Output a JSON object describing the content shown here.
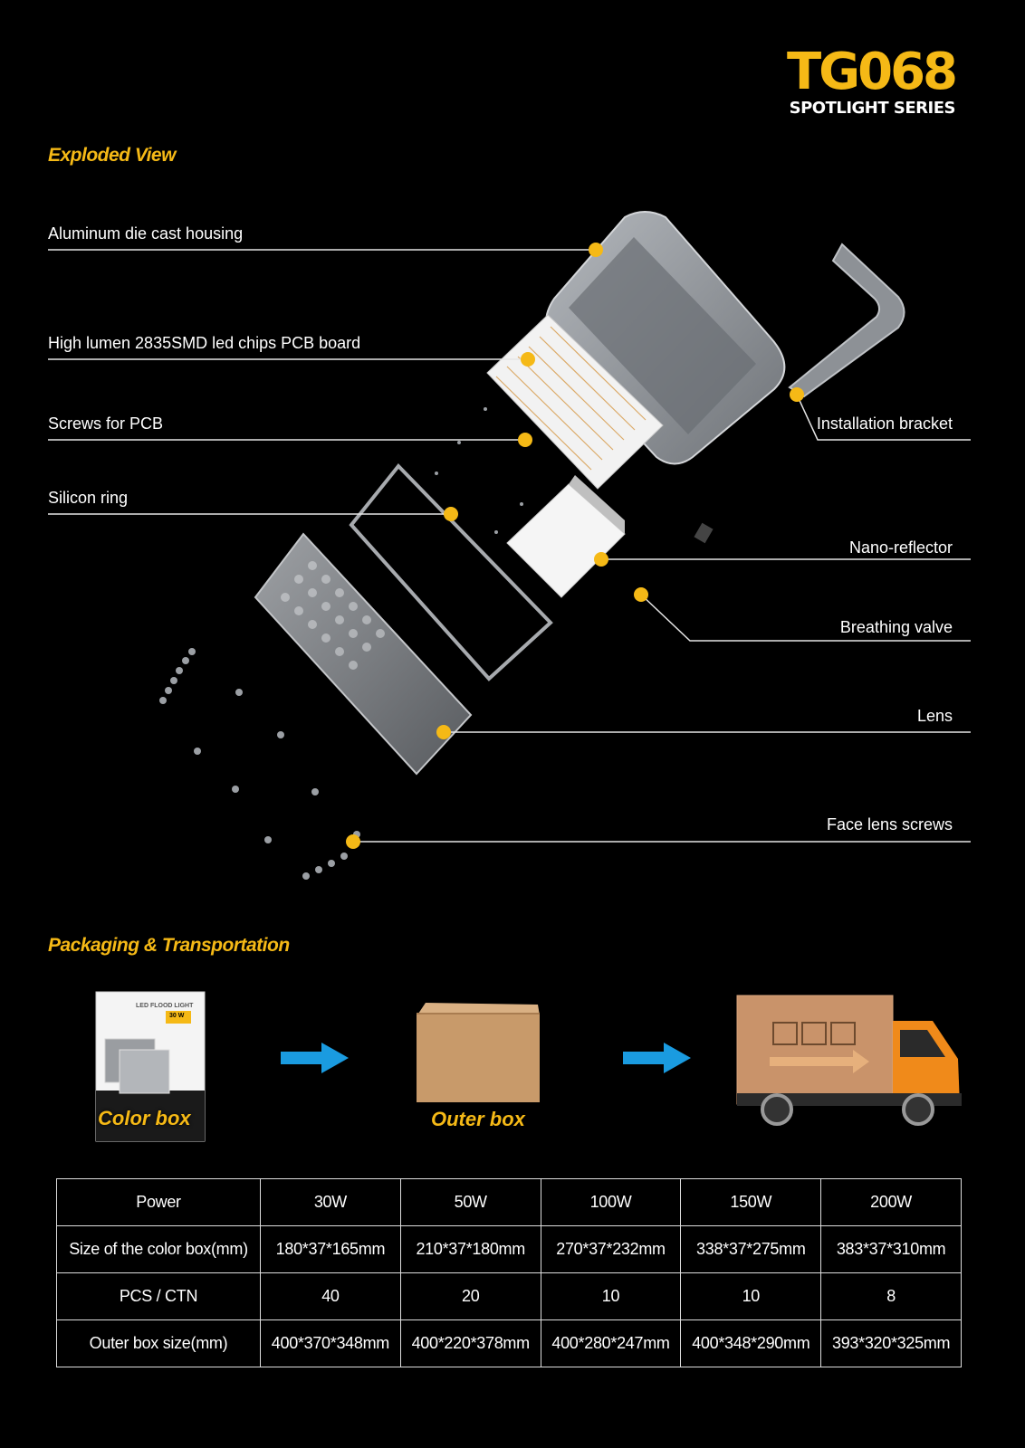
{
  "brand": {
    "model": "TG068",
    "series": "SPOTLIGHT SERIES"
  },
  "colors": {
    "accent": "#f5b916",
    "background": "#000000",
    "arrow": "#1a9be0"
  },
  "exploded": {
    "title": "Exploded View",
    "labels": {
      "housing": "Aluminum die cast housing",
      "pcb": "High lumen  2835SMD  led chips  PCB board",
      "screws_pcb": "Screws for PCB",
      "silicon_ring": "Silicon ring",
      "bracket": "Installation bracket",
      "reflector": "Nano-reflector",
      "valve": "Breathing valve",
      "lens": "Lens",
      "face_screws": "Face lens screws"
    }
  },
  "packaging": {
    "title": "Packaging & Transportation",
    "color_box": "Color box",
    "outer_box": "Outer box",
    "box_print": {
      "product": "LED FLOOD LIGHT",
      "watt": "30 W"
    }
  },
  "spec_table": {
    "rows": [
      {
        "label": "Power",
        "values": [
          "30W",
          "50W",
          "100W",
          "150W",
          "200W"
        ]
      },
      {
        "label": "Size of the color box(mm)",
        "values": [
          "180*37*165mm",
          "210*37*180mm",
          "270*37*232mm",
          "338*37*275mm",
          "383*37*310mm"
        ]
      },
      {
        "label": "PCS / CTN",
        "values": [
          "40",
          "20",
          "10",
          "10",
          "8"
        ]
      },
      {
        "label": "Outer box size(mm)",
        "values": [
          "400*370*348mm",
          "400*220*378mm",
          "400*280*247mm",
          "400*348*290mm",
          "393*320*325mm"
        ]
      }
    ]
  }
}
